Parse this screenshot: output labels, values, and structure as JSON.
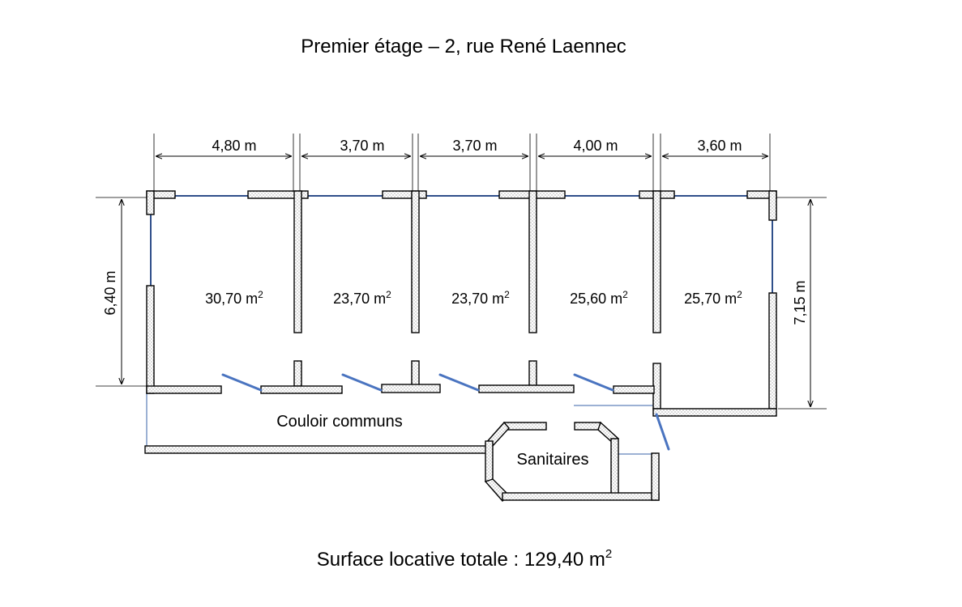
{
  "title": "Premier étage – 2, rue René Laennec",
  "footer": {
    "label": "Surface locative totale : 129,40 m",
    "exp": "2"
  },
  "dimensions": {
    "widths": [
      "4,80 m",
      "3,70 m",
      "3,70 m",
      "4,00 m",
      "3,60 m"
    ],
    "left_height": "6,40 m",
    "right_height": "7,15 m"
  },
  "rooms": [
    {
      "area": "30,70 m",
      "exp": "2"
    },
    {
      "area": "23,70 m",
      "exp": "2"
    },
    {
      "area": "23,70 m",
      "exp": "2"
    },
    {
      "area": "25,60 m",
      "exp": "2"
    },
    {
      "area": "25,70 m",
      "exp": "2"
    }
  ],
  "labels": {
    "corridor": "Couloir communs",
    "toilets": "Sanitaires"
  }
}
